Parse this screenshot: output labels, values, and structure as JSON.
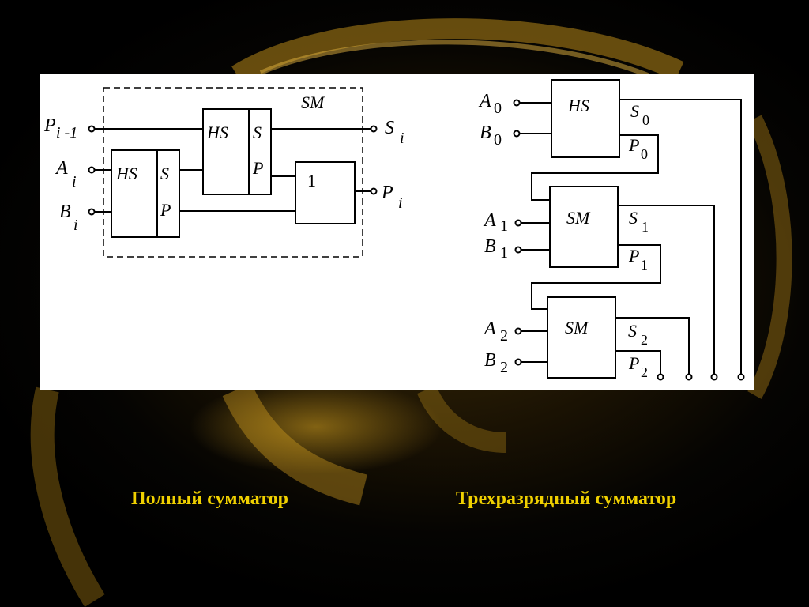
{
  "full_adder": {
    "block_label": "SM",
    "half_adder_label": "HS",
    "or_label": "1",
    "out_s": "S",
    "out_p": "P",
    "inputs": {
      "carry_in": {
        "main": "P",
        "sub": "i -1"
      },
      "a": {
        "main": "A",
        "sub": "i"
      },
      "b": {
        "main": "B",
        "sub": "i"
      }
    },
    "outputs": {
      "sum": {
        "main": "S",
        "sub": "i"
      },
      "carry": {
        "main": "P",
        "sub": "i"
      }
    }
  },
  "three_bit_adder": {
    "blocks": [
      {
        "label": "HS",
        "a": {
          "main": "A",
          "sub": "0"
        },
        "b": {
          "main": "B",
          "sub": "0"
        },
        "s": {
          "main": "S",
          "sub": "0"
        },
        "p": {
          "main": "P",
          "sub": "0"
        }
      },
      {
        "label": "SM",
        "a": {
          "main": "A",
          "sub": "1"
        },
        "b": {
          "main": "B",
          "sub": "1"
        },
        "s": {
          "main": "S",
          "sub": "1"
        },
        "p": {
          "main": "P",
          "sub": "1"
        }
      },
      {
        "label": "SM",
        "a": {
          "main": "A",
          "sub": "2"
        },
        "b": {
          "main": "B",
          "sub": "2"
        },
        "s": {
          "main": "S",
          "sub": "2"
        },
        "p": {
          "main": "P",
          "sub": "2"
        }
      }
    ]
  },
  "captions": {
    "left": "Полный сумматор",
    "right": "Трехразрядный сумматор"
  },
  "colors": {
    "caption": "#f0d000",
    "background_glow": "#c89a1a"
  }
}
